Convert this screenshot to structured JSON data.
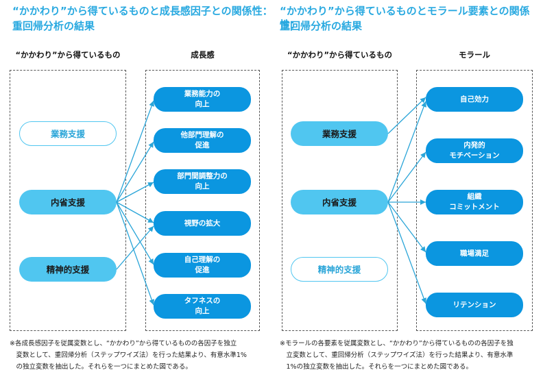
{
  "left": {
    "title_line1": "“かかわり”から得ているものと成長感因子との関係性：",
    "title_line2": "重回帰分析の結果",
    "source_header": "“かかわり”から得ているもの",
    "target_header": "成長感",
    "sources": [
      {
        "label": "業務支援",
        "style": "outline"
      },
      {
        "label": "内省支援",
        "style": "filled"
      },
      {
        "label": "精神的支援",
        "style": "filled"
      }
    ],
    "targets": [
      "業務能力の\n向上",
      "他部門理解の\n促進",
      "部門間調整力の\n向上",
      "視野の拡大",
      "自己理解の\n促進",
      "タフネスの\n向上"
    ],
    "footnote": "※各成長感因子を従属変数とし、“かかわり”から得ているものの各因子を独立\n　変数として、重回帰分析（ステップワイズ法）を行った結果より、有意水準1%\n　の独立変数を抽出した。それらを一つにまとめた図である。"
  },
  "right": {
    "title_line1": "“かかわり”から得ているものとモラール要素との関係性：",
    "title_line2": "重回帰分析の結果",
    "source_header": "“かかわり”から得ているもの",
    "target_header": "モラール",
    "sources": [
      {
        "label": "業務支援",
        "style": "filled"
      },
      {
        "label": "内省支援",
        "style": "filled"
      },
      {
        "label": "精神的支援",
        "style": "outline"
      }
    ],
    "targets": [
      "自己効力",
      "内発的\nモチベーション",
      "組織\nコミットメント",
      "職場満足",
      "リテンション"
    ],
    "footnote": "※モラールの各要素を従属変数とし、“かかわり”から得ているものの各因子を独\n　立変数として、重回帰分析（ステップワイズ法）を行った結果より、有意水準\n　1%の独立変数を抽出した。それらを一つにまとめた図である。"
  },
  "colors": {
    "title": "#29a9e0",
    "source_fill": "#50c6f0",
    "target_fill": "#0b96e0",
    "arrow": "#2aa5d8"
  }
}
